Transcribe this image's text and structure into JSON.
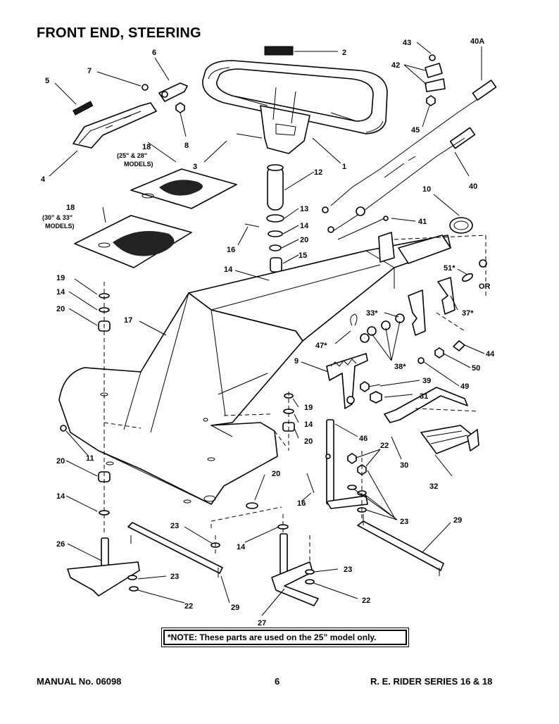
{
  "page": {
    "title": "FRONT END, STEERING",
    "note": "*NOTE: These parts are used on the 25” model only.",
    "footer_left": "MANUAL No. 06098",
    "footer_center": "6",
    "footer_right": "R. E. RIDER SERIES 16 & 18"
  },
  "labels": {
    "l1": "1",
    "l2": "2",
    "l3": "3",
    "l4": "4",
    "l5": "5",
    "l6": "6",
    "l7": "7",
    "l8": "8",
    "l9": "9",
    "l10": "10",
    "l11": "11",
    "l12": "12",
    "l13": "13",
    "l14a": "14",
    "l14b": "14",
    "l14c": "14",
    "l14d": "14",
    "l14e": "14",
    "l14f": "14",
    "l15": "15",
    "l16a": "16",
    "l16b": "16",
    "l17": "17",
    "l18a": "18",
    "l18a_sub1": "(25\" & 28\"",
    "l18a_sub2": "MODELS)",
    "l18b": "18",
    "l18b_sub1": "(30\" & 33\"",
    "l18b_sub2": "MODELS)",
    "l19a": "19",
    "l19b": "19",
    "l20a": "20",
    "l20b": "20",
    "l20c": "20",
    "l20d": "20",
    "l20e": "20",
    "l22a": "22",
    "l22b": "22",
    "l22c": "22",
    "l23a": "23",
    "l23b": "23",
    "l23c": "23",
    "l23d": "23",
    "l26": "26",
    "l27": "27",
    "l29a": "29",
    "l29b": "29",
    "l30": "30",
    "l31": "31",
    "l32": "32",
    "l33": "33*",
    "l37": "37*",
    "l38": "38*",
    "l39": "39",
    "l40": "40",
    "l40a": "40A",
    "l41": "41",
    "l42": "42",
    "l43": "43",
    "l44": "44",
    "l45": "45",
    "l46": "46",
    "l47": "47*",
    "l49": "49",
    "l50": "50",
    "l51": "51*",
    "or": "OR"
  }
}
